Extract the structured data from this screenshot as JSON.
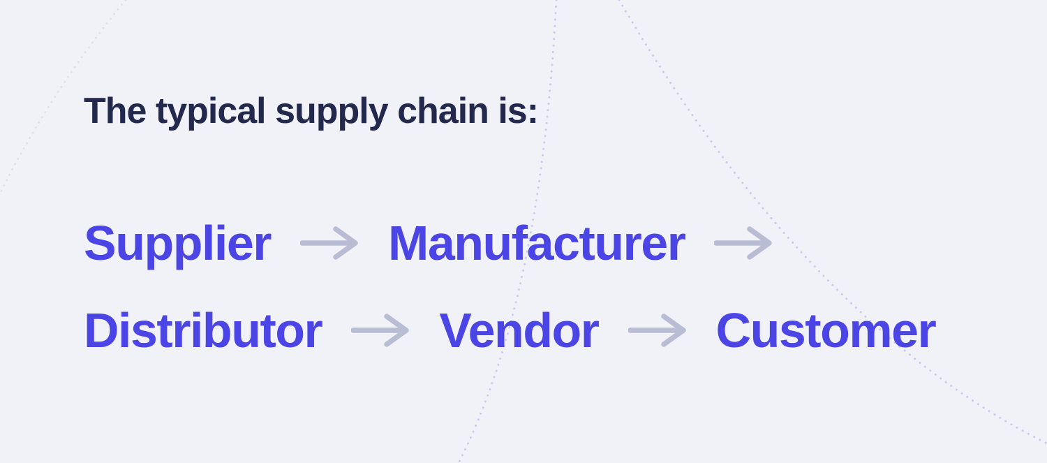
{
  "heading": {
    "text": "The typical supply chain is:"
  },
  "chain": {
    "rows": [
      {
        "items": [
          {
            "label": "Supplier"
          },
          {
            "label": "Manufacturer"
          }
        ]
      },
      {
        "items": [
          {
            "label": "Distributor"
          },
          {
            "label": "Vendor"
          },
          {
            "label": "Customer"
          }
        ]
      }
    ],
    "sequence": [
      "Supplier",
      "Manufacturer",
      "Distributor",
      "Vendor",
      "Customer"
    ],
    "connector": "arrow-right"
  },
  "colors": {
    "background": "#F1F2F8",
    "heading_text": "#23284D",
    "accent_text": "#4C45E6",
    "arrow": "#B9BDD3",
    "dotted_curve": "#C9CAEF",
    "dotted_faint": "#DFE0EA"
  }
}
